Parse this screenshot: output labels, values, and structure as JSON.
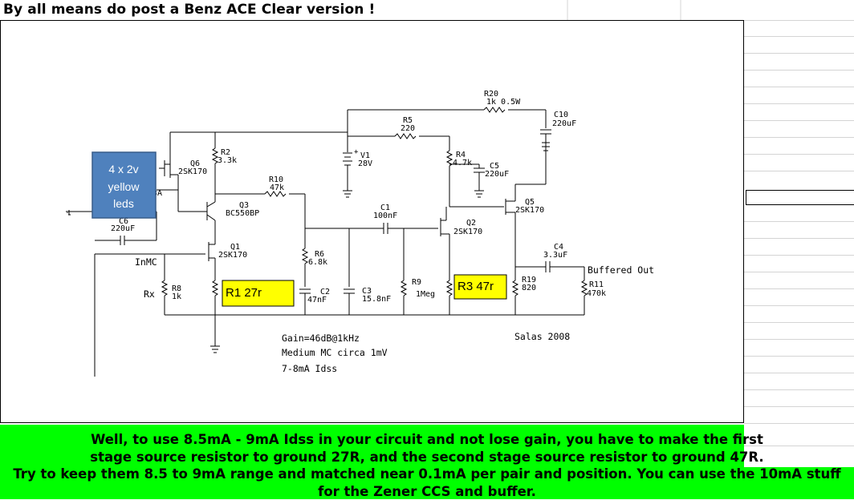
{
  "title": "By all means do post a Benz ACE Clear version !",
  "led_box": {
    "line1": "4 x 2v",
    "line2": "yellow",
    "line3": "leds"
  },
  "highlights": {
    "r1": "R1 27r",
    "r3": "R3 47r"
  },
  "components": {
    "r20": "R20",
    "r20_val": "1k 0.5W",
    "c10": "C10",
    "c10_val": "220uF",
    "r5": "R5",
    "r5_val": "220",
    "v1": "V1",
    "v1_val": "28V",
    "r4": "R4",
    "r4_val": "4.7k",
    "c5": "C5",
    "c5_val": "220uF",
    "r2": "R2",
    "r2_val": "3.3k",
    "q6": "Q6",
    "q6_val": "2SK170",
    "r10": "R10",
    "r10_val": "47k",
    "q3": "Q3",
    "q3_val": "BC550BP",
    "c1": "C1",
    "c1_val": "100nF",
    "q5": "Q5",
    "q5_val": "2SK170",
    "q2": "Q2",
    "q2_val": "2SK170",
    "c6_frag": "C6",
    "c6_val": "220uF",
    "d_frag": "3A",
    "q1": "Q1",
    "q1_val": "2SK170",
    "r6": "R6",
    "r6_val": "6.8k",
    "c4": "C4",
    "c4_val": "3.3uF",
    "r9": "R9",
    "r9_val": "1Meg",
    "r19": "R19",
    "r19_val": "820",
    "r11": "R11",
    "r11_val": "470k",
    "r8": "R8",
    "r8_val": "1k",
    "c2": "C2",
    "c2_val": "47nF",
    "c3": "C3",
    "c3_val": "15.8nF"
  },
  "labels": {
    "inmc": "InMC",
    "rx": "Rx",
    "buffered_out": "Buffered Out",
    "salas": "Salas 2008",
    "gain": "Gain=46dB@1kHz",
    "medium": "Medium MC circa 1mV",
    "idss": "7-8mA Idss"
  },
  "message": {
    "line1": "Well, to use 8.5mA - 9mA Idss in your circuit and not lose gain, you have to make the first",
    "line2": "stage source resistor to ground 27R, and the second stage source resistor to ground 47R.",
    "line3": "Try to keep them 8.5 to 9mA range and matched near 0.1mA per pair and position. You can use the 10mA stuff",
    "line4": "for the Zener CCS and buffer."
  },
  "colors": {
    "led_box": "#4f81bd",
    "highlight": "#ffff00",
    "message_bg": "#00ff00"
  }
}
